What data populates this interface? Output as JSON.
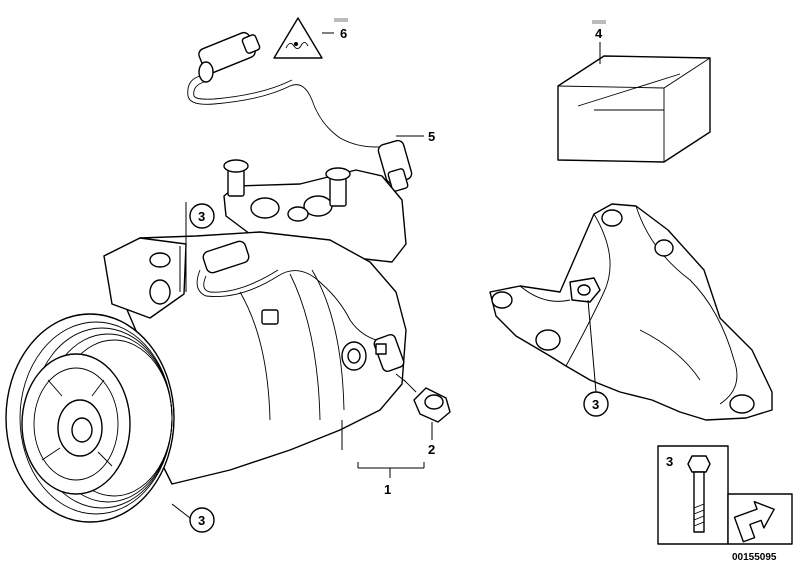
{
  "diagram": {
    "part_numbers": [
      "1",
      "2",
      "3",
      "4",
      "5",
      "6"
    ],
    "callouts": {
      "bracket_left_top": "3",
      "pulley_bottom": "3",
      "mount_bracket": "3",
      "bolt_box": "3",
      "compressor_assembly": "1",
      "fitting": "2",
      "box_part": "4",
      "sensor_cable": "5",
      "warning_symbol": "6"
    },
    "image_id": "00155095"
  }
}
